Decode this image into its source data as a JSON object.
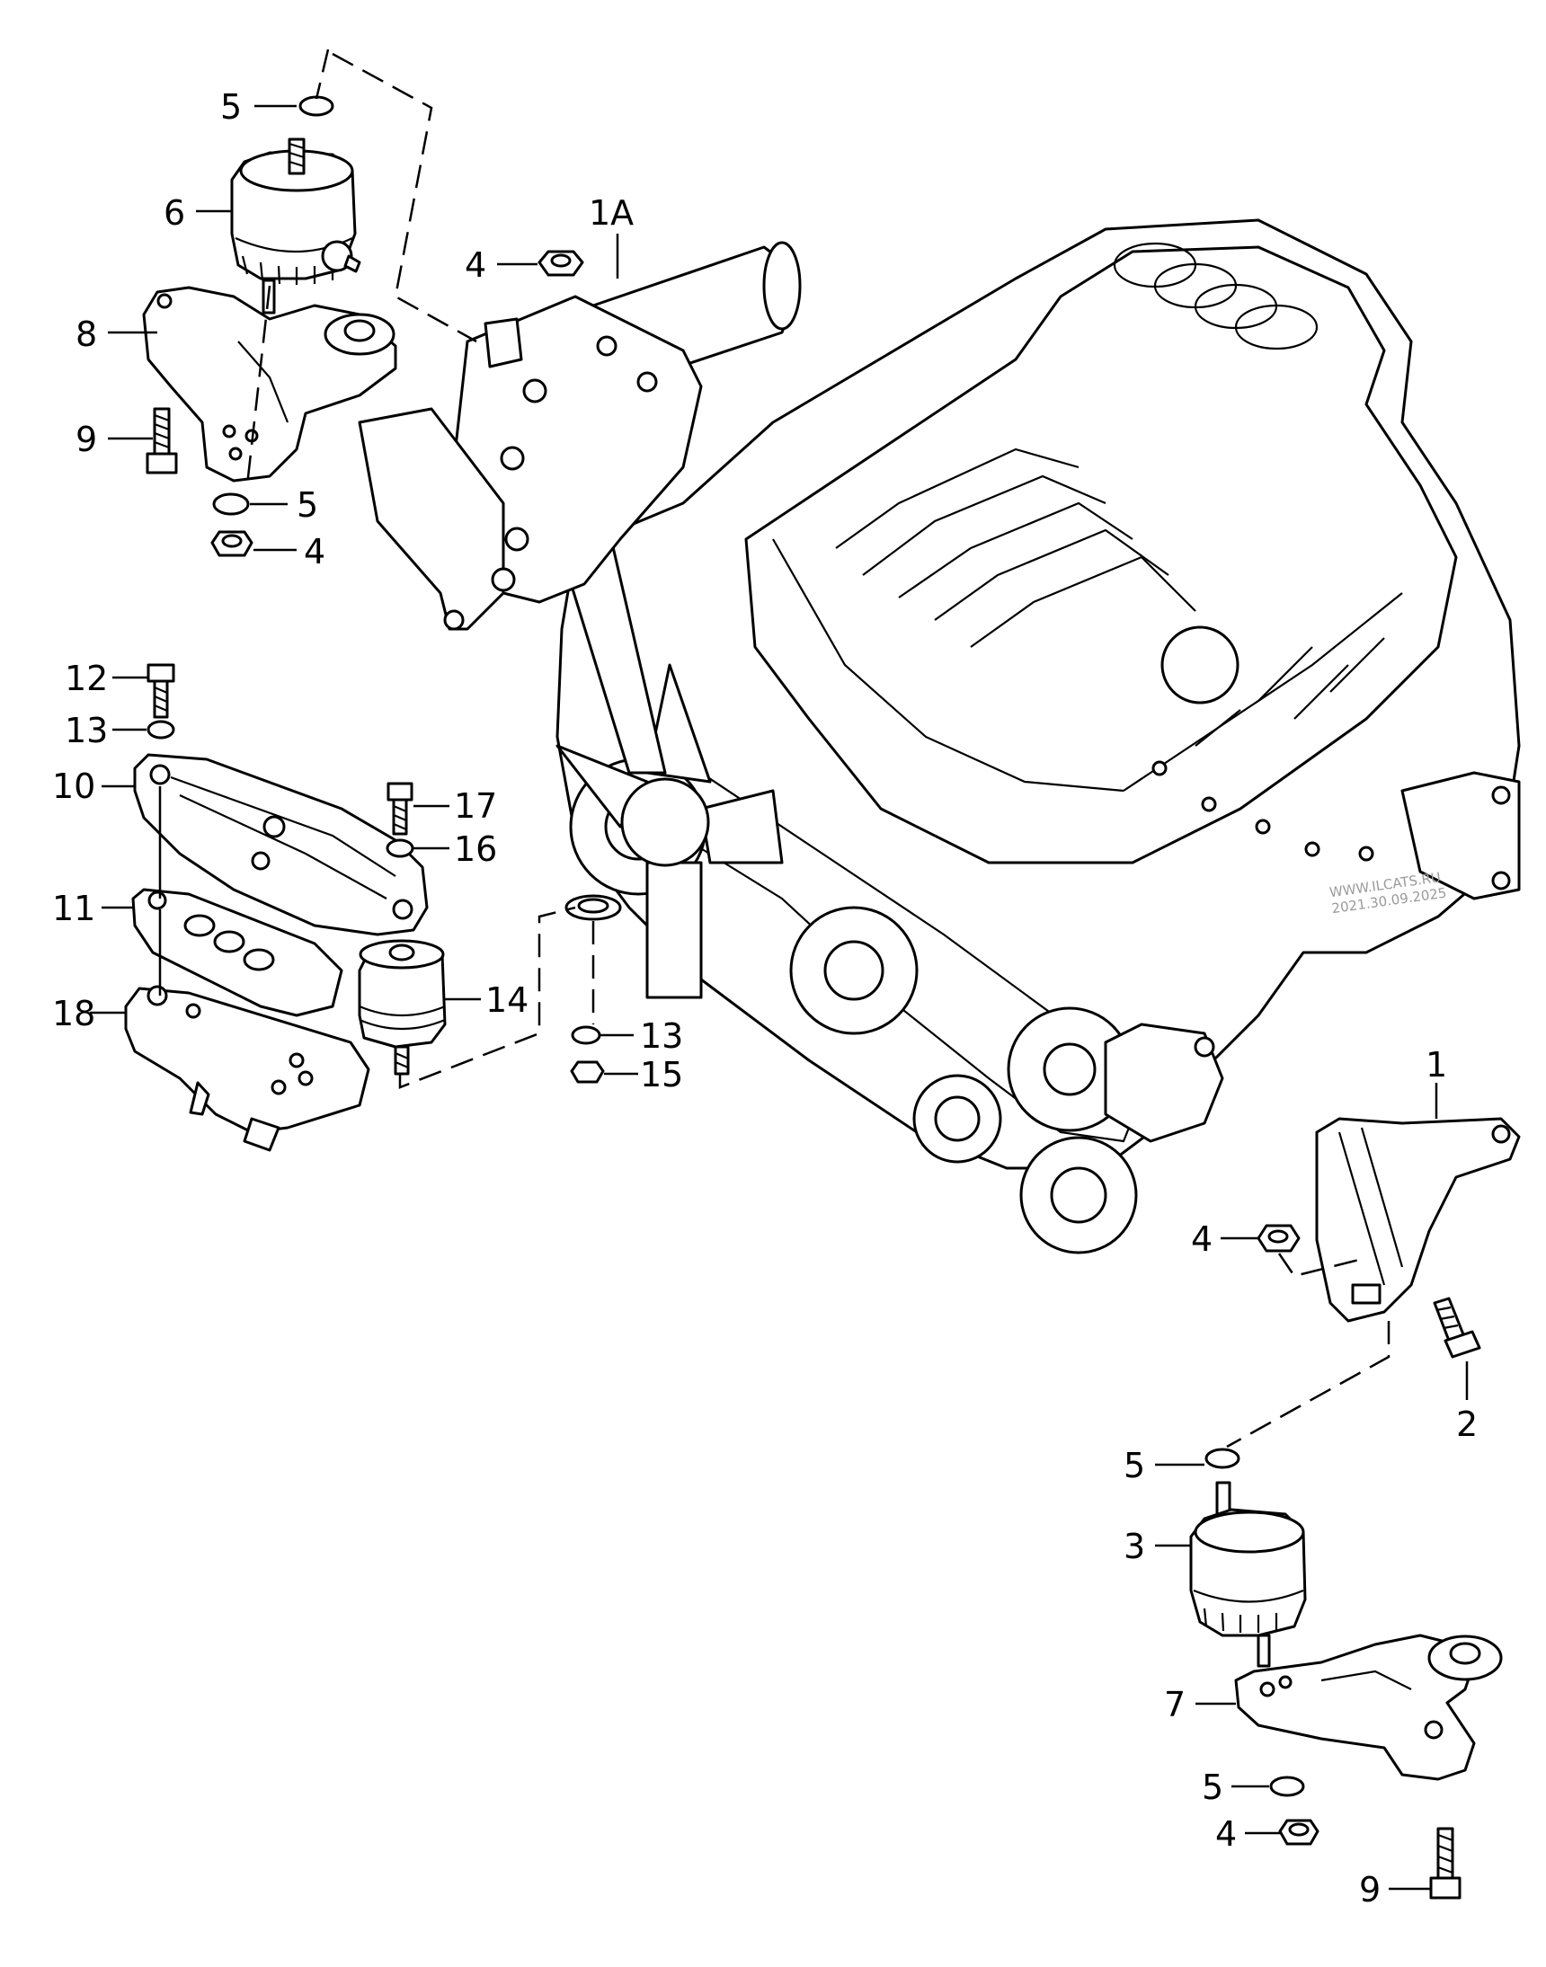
{
  "callouts": {
    "c1": "1",
    "c1a": "1A",
    "c2": "2",
    "c3": "3",
    "c4a": "4",
    "c4b": "4",
    "c4c": "4",
    "c4d": "4",
    "c5a": "5",
    "c5b": "5",
    "c5c": "5",
    "c5d": "5",
    "c6": "6",
    "c7": "7",
    "c8": "8",
    "c9a": "9",
    "c9b": "9",
    "c10": "10",
    "c11": "11",
    "c12": "12",
    "c13a": "13",
    "c13b": "13",
    "c14": "14",
    "c15": "15",
    "c16": "16",
    "c17": "17",
    "c18": "18"
  },
  "watermark": {
    "line1": "WWW.ILCATS.RU",
    "line2": "2021.30.09.2025"
  },
  "icons": {
    "logo": "audi-four-rings-icon"
  }
}
